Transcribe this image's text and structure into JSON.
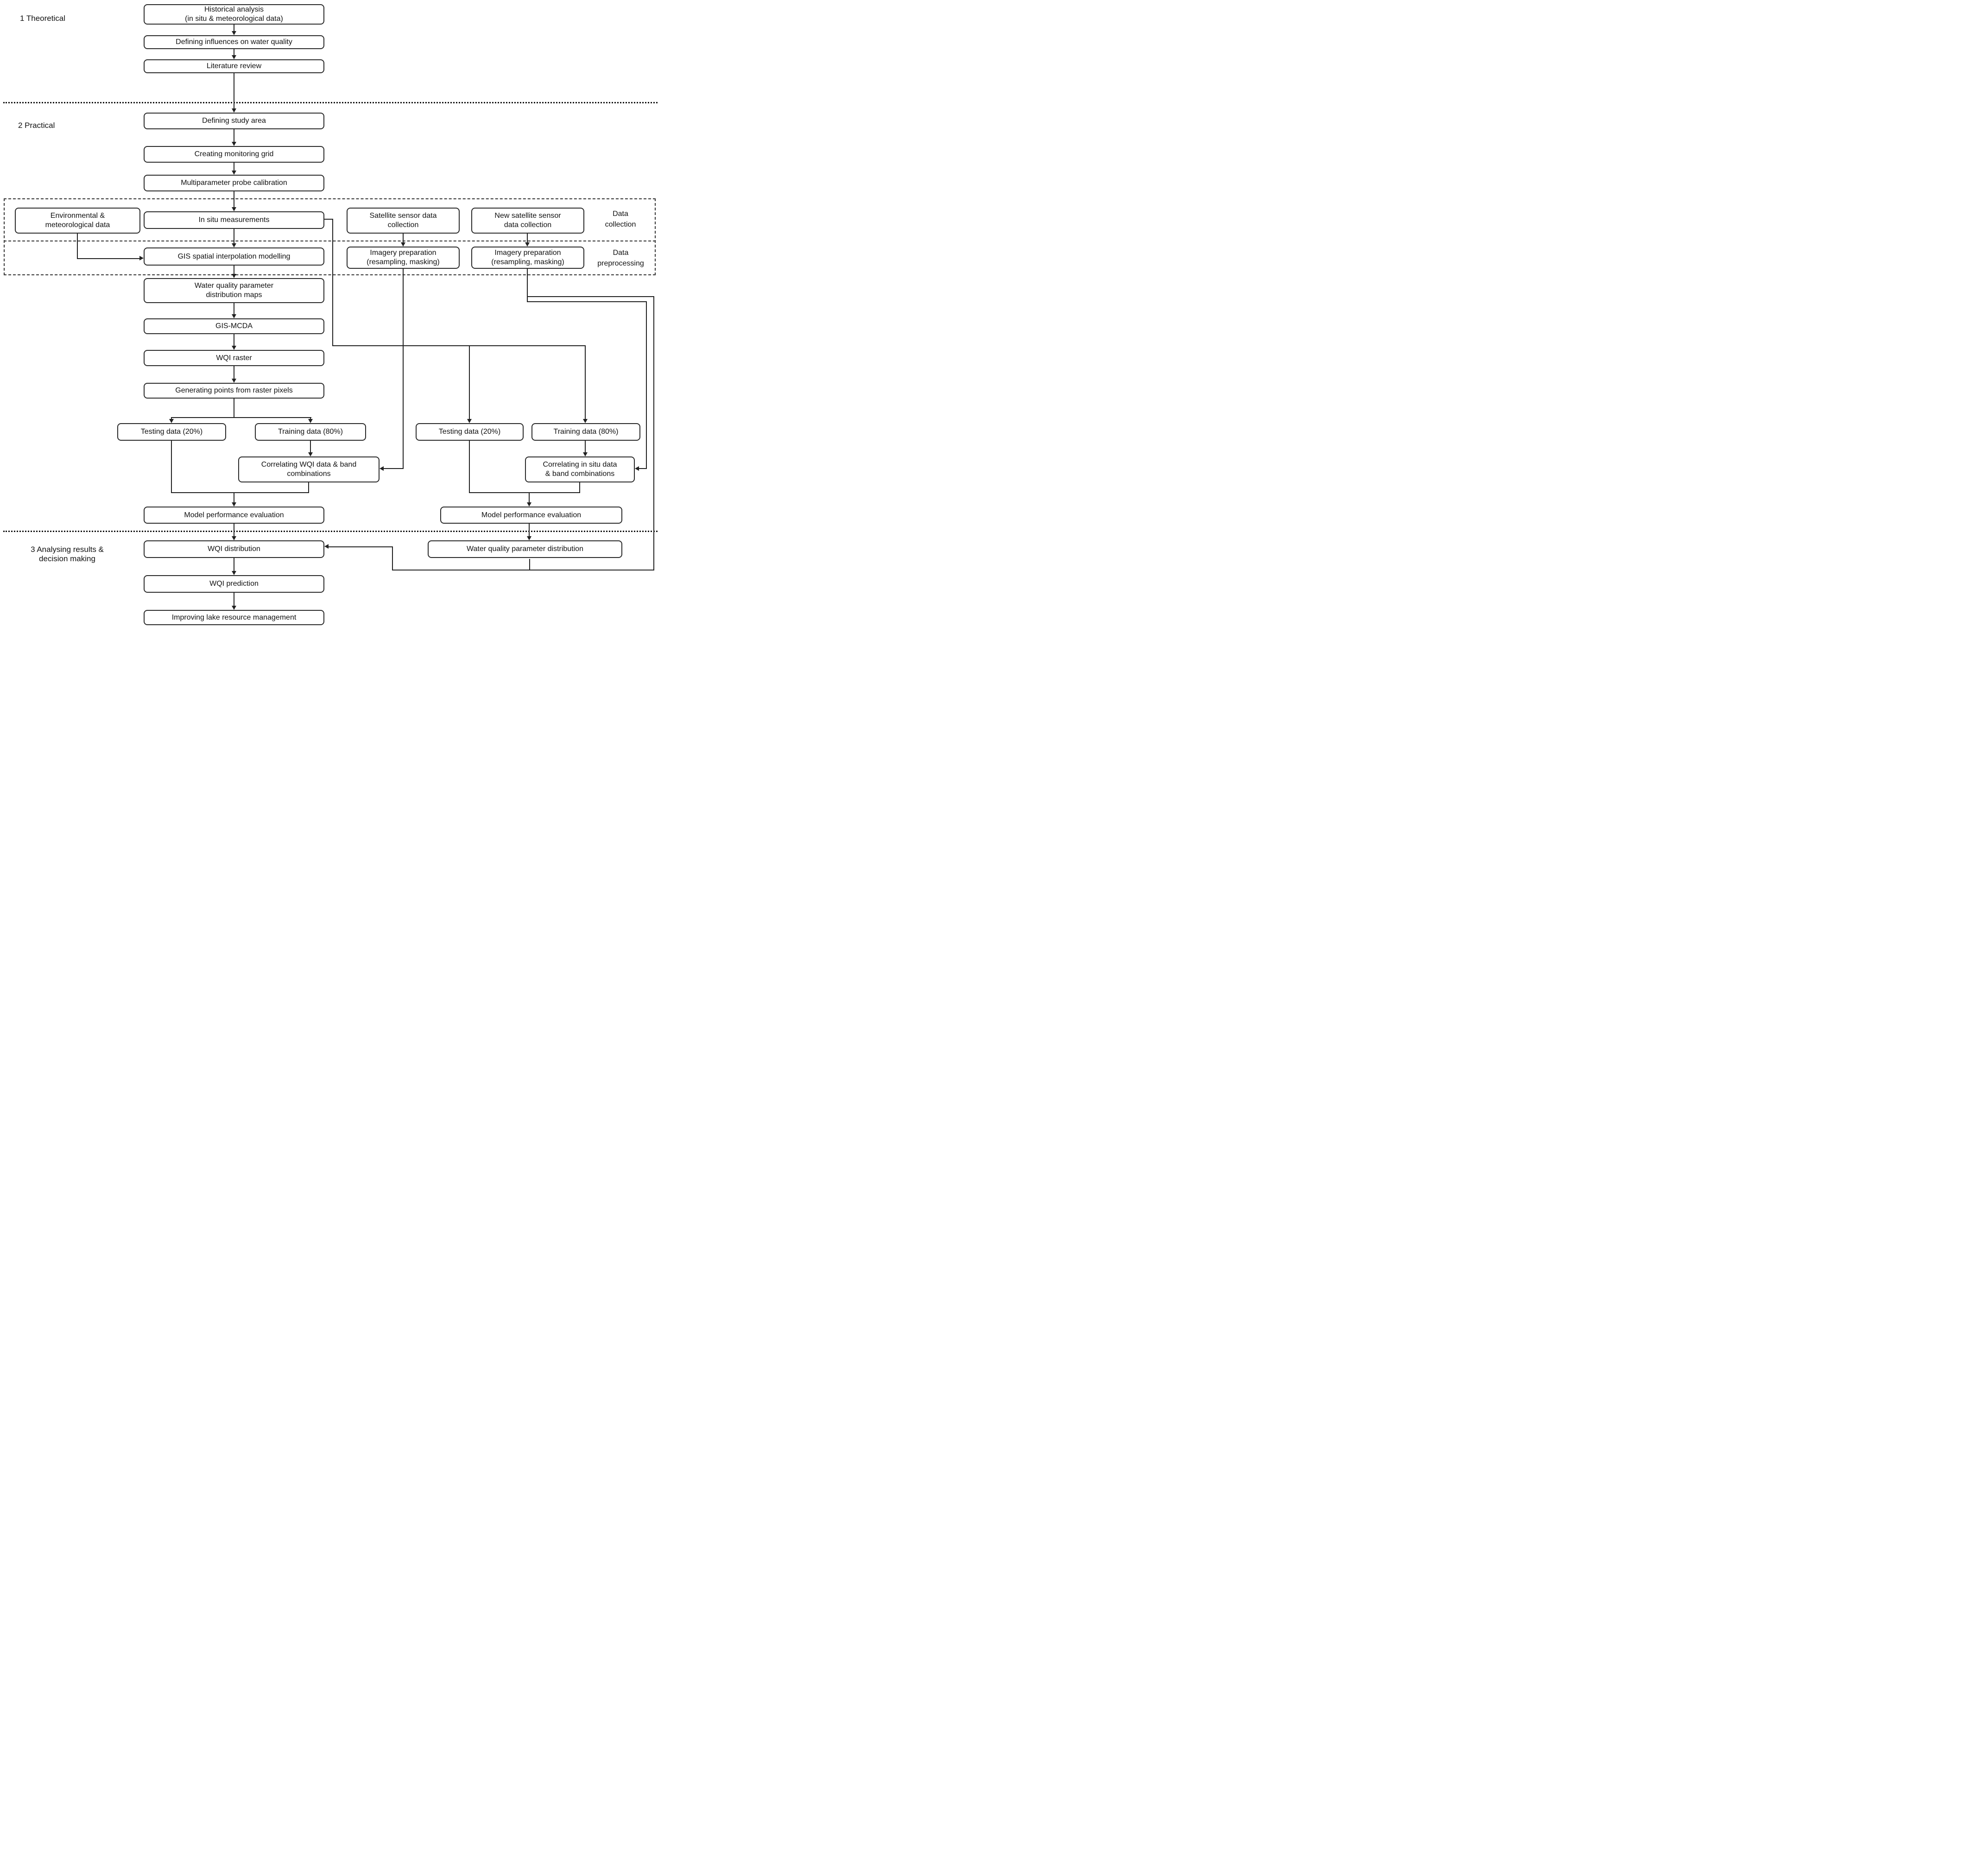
{
  "sections": {
    "s1": "1 Theoretical",
    "s2": "2 Practical",
    "s3": "3 Analysing results &\ndecision making"
  },
  "bands": {
    "collection": "Data\ncollection",
    "preprocessing": "Data\npreprocessing"
  },
  "nodes": {
    "hist": "Historical analysis\n(in situ & meteorological data)",
    "infl": "Defining influences on water quality",
    "lit": "Literature review",
    "study": "Defining study area",
    "grid": "Creating monitoring grid",
    "probe": "Multiparameter probe calibration",
    "env": "Environmental &\nmeteorological data",
    "insitu": "In situ measurements",
    "sat": "Satellite sensor data\ncollection",
    "newsat": "New satellite sensor\ndata collection",
    "gis": "GIS spatial interpolation modelling",
    "img1": "Imagery preparation\n(resampling, masking)",
    "img2": "Imagery preparation\n(resampling, masking)",
    "maps": "Water quality parameter\ndistribution maps",
    "mcda": "GIS-MCDA",
    "raster": "WQI raster",
    "gen": "Generating points from raster pixels",
    "test1": "Testing data (20%)",
    "train1": "Training data (80%)",
    "test2": "Testing data (20%)",
    "train2": "Training data (80%)",
    "corrwqi": "Correlating WQI data & band\ncombinations",
    "corrins": "Correlating in situ data\n& band combinations",
    "model1": "Model performance evaluation",
    "model2": "Model performance evaluation",
    "wqidist": "WQI distribution",
    "wqparam": "Water quality parameter distribution",
    "wqipred": "WQI prediction",
    "improv": "Improving lake resource management"
  },
  "colors": {
    "line": "#222222",
    "box_border": "#2b2b2b",
    "background": "#ffffff",
    "text": "#111111"
  }
}
